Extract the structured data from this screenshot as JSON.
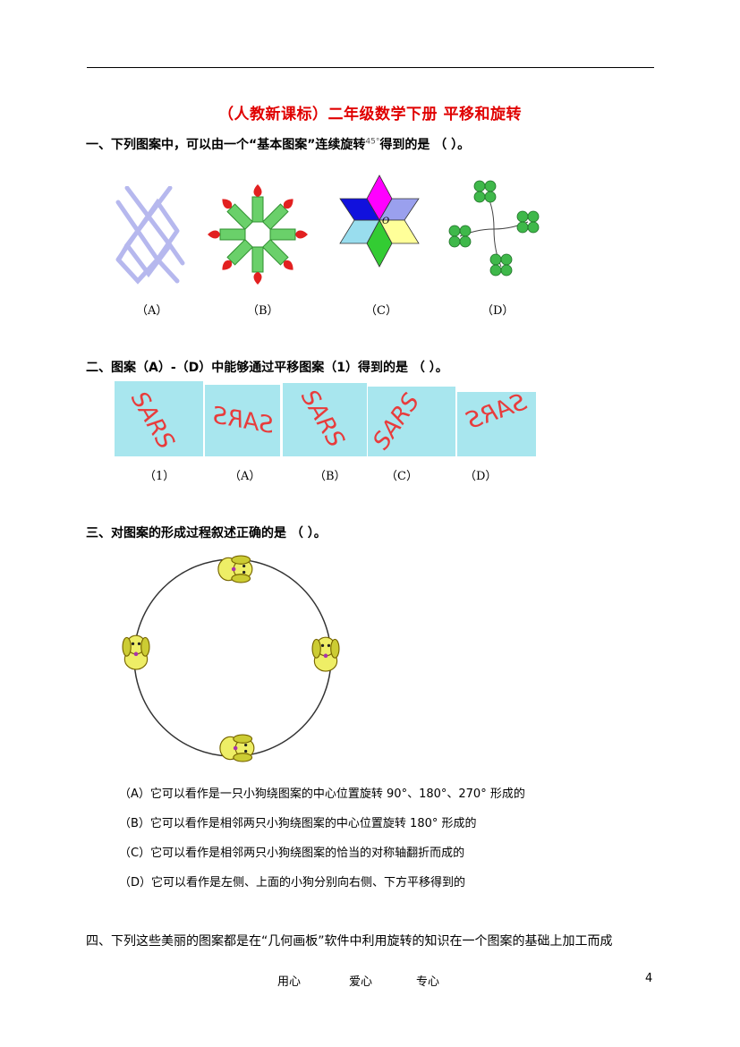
{
  "header": {
    "title": "（人教新课标）二年级数学下册 平移和旋转"
  },
  "q1": {
    "text_before": "一、下列图案中，可以由一个“基本图案”连续旋转",
    "degree": "45°",
    "text_after": "得到的是 （    ）。",
    "center_label": "O",
    "labels": [
      "（A）",
      "（B）",
      "（C）",
      "（D）"
    ]
  },
  "q2": {
    "text": "二、图案（A）-（D）中能够通过平移图案（1）得到的是 （    ）。",
    "word": "SARS",
    "labels": [
      "（1）",
      "（A）",
      "（B）",
      "（C）",
      "（D）"
    ]
  },
  "q3": {
    "text": "三、对图案的形成过程叙述正确的是 （    ）。",
    "options": [
      "（A）它可以看作是一只小狗绕图案的中心位置旋转 90°、180°、270° 形成的",
      "（B）它可以看作是相邻两只小狗绕图案的中心位置旋转 180° 形成的",
      "（C）它可以看作是相邻两只小狗绕图案的恰当的对称轴翻折而成的",
      "（D）它可以看作是左侧、上面的小狗分别向右侧、下方平移得到的"
    ]
  },
  "q4": {
    "text": "四、下列这些美丽的图案都是在“几何画板”软件中利用旋转的知识在一个图案的基础上加工而成"
  },
  "footer": {
    "words": [
      "用心",
      "爱心",
      "专心"
    ],
    "page": "4"
  },
  "colors": {
    "title": "#e00000",
    "sars_bg": "#a8e6ee",
    "sars_text": "#e83c3c"
  }
}
